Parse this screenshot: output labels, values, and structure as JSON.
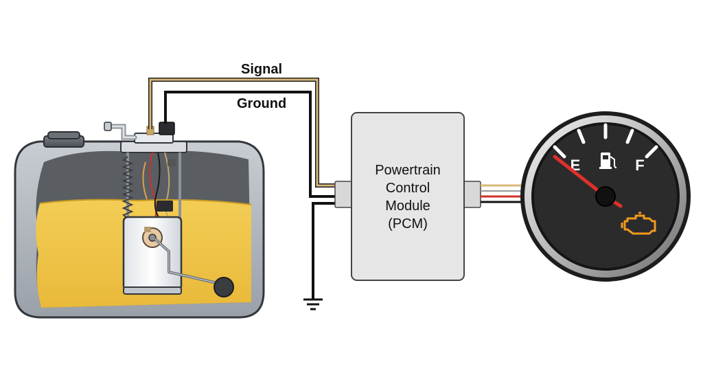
{
  "wires": {
    "signal_label": "Signal",
    "ground_label": "Ground"
  },
  "pcm": {
    "line1": "Powertrain",
    "line2": "Control",
    "line3": "Module",
    "line4": "(PCM)"
  },
  "gauge": {
    "empty_label": "E",
    "full_label": "F",
    "icons": [
      "fuel-pump-icon",
      "check-engine-icon"
    ]
  },
  "colors": {
    "fuel": "#f2c744",
    "signal_wire": "#d8b878",
    "ground_wire": "#111111",
    "needle": "#e0302a",
    "warning": "#f39a1e",
    "gauge_face": "#2b2b2b",
    "pcm_fill": "#e6e6e6"
  }
}
